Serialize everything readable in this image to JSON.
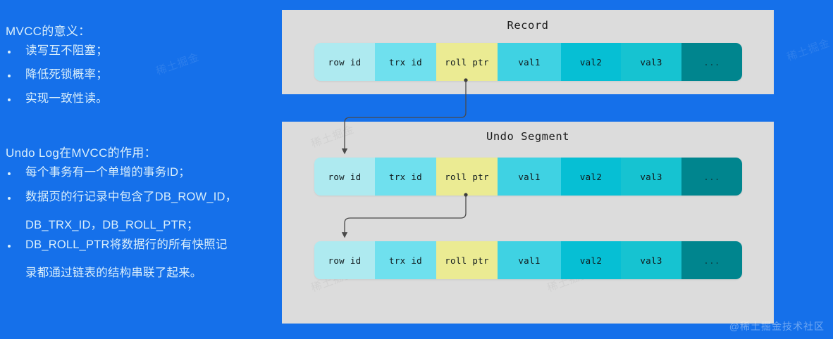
{
  "slide": {
    "background_color": "#1570ea",
    "panel_color": "#dcdcdc",
    "text_color": "#d9eefb"
  },
  "left_text": {
    "section1": {
      "heading": "MVCC的意义：",
      "bullets": [
        "读写互不阻塞；",
        "降低死锁概率；",
        "实现一致性读。"
      ]
    },
    "section2": {
      "heading": "Undo Log在MVCC的作用：",
      "bullets": [
        {
          "line1": "每个事务有一个单增的事务ID；",
          "line2": ""
        },
        {
          "line1": "数据页的行记录中包含了DB_ROW_ID，",
          "line2": "DB_TRX_ID，DB_ROLL_PTR；"
        },
        {
          "line1": "DB_ROLL_PTR将数据行的所有快照记",
          "line2": "录都通过链表的结构串联了起来。"
        }
      ]
    }
  },
  "diagram": {
    "panels": [
      {
        "id": "record",
        "title": "Record"
      },
      {
        "id": "undo",
        "title": "Undo Segment"
      }
    ],
    "columns": [
      "row id",
      "trx id",
      "roll ptr",
      "val1",
      "val2",
      "val3",
      "..."
    ],
    "cell_colors": {
      "row id": "#aeeaf0",
      "trx id": "#6fe0ee",
      "roll ptr": "#ebeb93",
      "val1": "#3fd2e3",
      "val2": "#06bfd4",
      "val3": "#16c3d1",
      "...": "#00858e"
    },
    "rows": [
      {
        "id": "record-row",
        "panel": "record"
      },
      {
        "id": "undo-row-1",
        "panel": "undo"
      },
      {
        "id": "undo-row-2",
        "panel": "undo"
      }
    ],
    "arrows": [
      {
        "from": "record-row.roll ptr",
        "to": "undo-row-1.row id"
      },
      {
        "from": "undo-row-1.roll ptr",
        "to": "undo-row-2.row id"
      }
    ]
  },
  "watermarks": {
    "corner": "@稀土掘金技术社区",
    "ghost": "稀土掘金"
  }
}
